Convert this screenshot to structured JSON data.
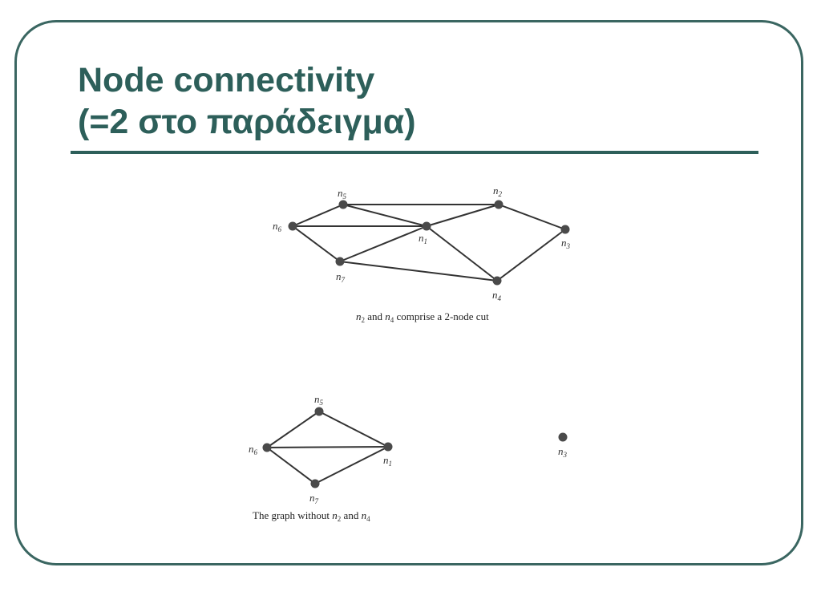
{
  "slide": {
    "title_line1": "Node connectivity",
    "title_line2": "(=2 στο παράδειγμα)",
    "title_color": "#2d5f5a",
    "frame_color": "#3a6661"
  },
  "graph_full": {
    "nodes": [
      {
        "id": "n1",
        "letter": "n",
        "sub": "1"
      },
      {
        "id": "n2",
        "letter": "n",
        "sub": "2"
      },
      {
        "id": "n3",
        "letter": "n",
        "sub": "3"
      },
      {
        "id": "n4",
        "letter": "n",
        "sub": "4"
      },
      {
        "id": "n5",
        "letter": "n",
        "sub": "5"
      },
      {
        "id": "n6",
        "letter": "n",
        "sub": "6"
      },
      {
        "id": "n7",
        "letter": "n",
        "sub": "7"
      }
    ],
    "edges": [
      [
        "n6",
        "n5"
      ],
      [
        "n6",
        "n1"
      ],
      [
        "n6",
        "n7"
      ],
      [
        "n5",
        "n2"
      ],
      [
        "n5",
        "n1"
      ],
      [
        "n1",
        "n2"
      ],
      [
        "n7",
        "n1"
      ],
      [
        "n7",
        "n4"
      ],
      [
        "n1",
        "n4"
      ],
      [
        "n2",
        "n3"
      ],
      [
        "n4",
        "n3"
      ]
    ],
    "caption": {
      "a": "n",
      "a_sub": "2",
      "mid": " and ",
      "b": "n",
      "b_sub": "4",
      "rest": " comprise a 2-node cut"
    }
  },
  "graph_cut": {
    "nodes": [
      {
        "id": "n5",
        "letter": "n",
        "sub": "5"
      },
      {
        "id": "n6",
        "letter": "n",
        "sub": "6"
      },
      {
        "id": "n1",
        "letter": "n",
        "sub": "1"
      },
      {
        "id": "n7",
        "letter": "n",
        "sub": "7"
      },
      {
        "id": "n3",
        "letter": "n",
        "sub": "3"
      }
    ],
    "edges": [
      [
        "n6",
        "n5"
      ],
      [
        "n5",
        "n1"
      ],
      [
        "n6",
        "n1"
      ],
      [
        "n6",
        "n7"
      ],
      [
        "n7",
        "n1"
      ]
    ],
    "caption": {
      "pre": "The graph without ",
      "a": "n",
      "a_sub": "2",
      "mid": " and ",
      "b": "n",
      "b_sub": "4"
    }
  }
}
